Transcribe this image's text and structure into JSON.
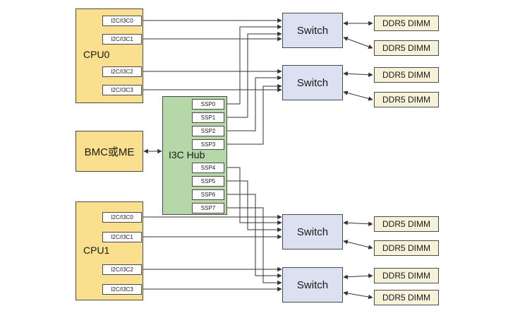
{
  "diagram": {
    "cpu0": {
      "label": "CPU0",
      "ports": [
        "I2C/I3C0",
        "I2C/I3C1",
        "I2C/I3C2",
        "I2C/I3C3"
      ]
    },
    "cpu1": {
      "label": "CPU1",
      "ports": [
        "I2C/I3C0",
        "I2C/I3C1",
        "I2C/I3C2",
        "I2C/I3C3"
      ]
    },
    "bmc": {
      "label": "BMC或ME"
    },
    "hub": {
      "label": "I3C Hub",
      "ports": [
        "SSP0",
        "SSP1",
        "SSP2",
        "SSP3",
        "SSP4",
        "SSP5",
        "SSP6",
        "SSP7"
      ]
    },
    "switches": [
      "Switch",
      "Switch",
      "Switch",
      "Switch"
    ],
    "dimms": [
      "DDR5 DIMM",
      "DDR5 DIMM",
      "DDR5 DIMM",
      "DDR5 DIMM",
      "DDR5 DIMM",
      "DDR5 DIMM",
      "DDR5 DIMM",
      "DDR5 DIMM"
    ],
    "connections": [
      {
        "from": "CPU0.I2C/I3C0",
        "to": "Switch1"
      },
      {
        "from": "CPU0.I2C/I3C1",
        "to": "Switch1"
      },
      {
        "from": "I3C Hub.SSP0",
        "to": "Switch1"
      },
      {
        "from": "I3C Hub.SSP1",
        "to": "Switch1"
      },
      {
        "from": "CPU0.I2C/I3C2",
        "to": "Switch2"
      },
      {
        "from": "CPU0.I2C/I3C3",
        "to": "Switch2"
      },
      {
        "from": "I3C Hub.SSP2",
        "to": "Switch2"
      },
      {
        "from": "I3C Hub.SSP3",
        "to": "Switch2"
      },
      {
        "from": "CPU1.I2C/I3C0",
        "to": "Switch3"
      },
      {
        "from": "CPU1.I2C/I3C1",
        "to": "Switch3"
      },
      {
        "from": "I3C Hub.SSP4",
        "to": "Switch3"
      },
      {
        "from": "I3C Hub.SSP5",
        "to": "Switch3"
      },
      {
        "from": "CPU1.I2C/I3C2",
        "to": "Switch4"
      },
      {
        "from": "CPU1.I2C/I3C3",
        "to": "Switch4"
      },
      {
        "from": "I3C Hub.SSP6",
        "to": "Switch4"
      },
      {
        "from": "I3C Hub.SSP7",
        "to": "Switch4"
      },
      {
        "from": "BMC或ME",
        "to": "I3C Hub",
        "bidirectional": true
      },
      {
        "from": "Switch1",
        "to": "DDR5 DIMM 1",
        "bidirectional": true
      },
      {
        "from": "Switch1",
        "to": "DDR5 DIMM 2",
        "bidirectional": true
      },
      {
        "from": "Switch2",
        "to": "DDR5 DIMM 3",
        "bidirectional": true
      },
      {
        "from": "Switch2",
        "to": "DDR5 DIMM 4",
        "bidirectional": true
      },
      {
        "from": "Switch3",
        "to": "DDR5 DIMM 5",
        "bidirectional": true
      },
      {
        "from": "Switch3",
        "to": "DDR5 DIMM 6",
        "bidirectional": true
      },
      {
        "from": "Switch4",
        "to": "DDR5 DIMM 7",
        "bidirectional": true
      },
      {
        "from": "Switch4",
        "to": "DDR5 DIMM 8",
        "bidirectional": true
      }
    ],
    "colors": {
      "cpu": "#fadf8e",
      "hub": "#b6d7a8",
      "switch": "#dbe1f1",
      "dimm": "#f6f1d9",
      "port": "#ffffff",
      "line": "#333333"
    }
  }
}
